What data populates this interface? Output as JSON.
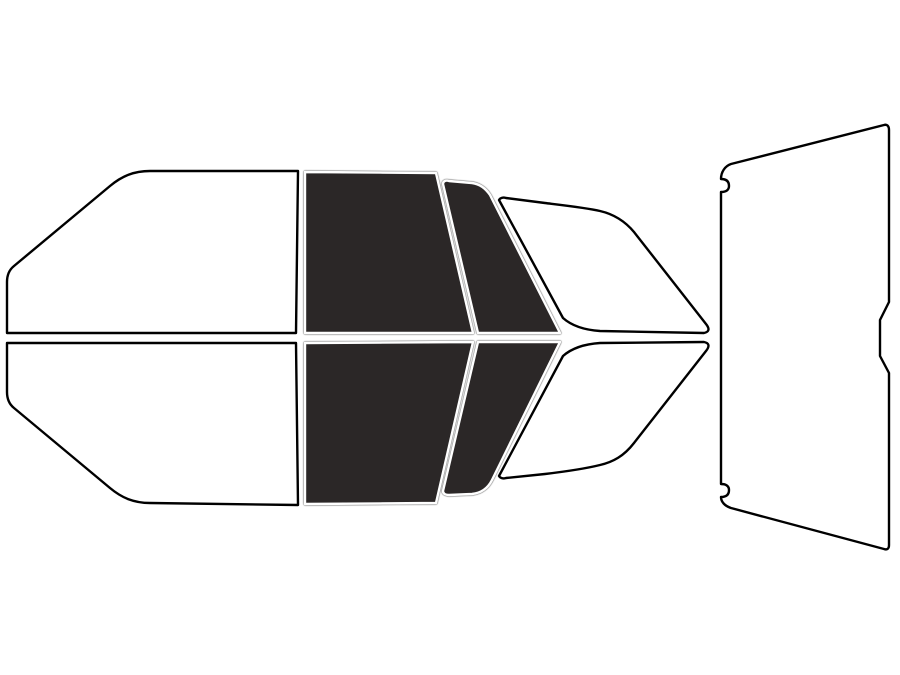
{
  "colors": {
    "tinted": "#2b2727",
    "clear": "#ffffff",
    "outline": "#000000"
  },
  "panes": [
    {
      "id": "front-windshield-upper",
      "tinted": false
    },
    {
      "id": "front-windshield-lower",
      "tinted": false
    },
    {
      "id": "front-side-window-upper",
      "tinted": true
    },
    {
      "id": "front-side-window-lower",
      "tinted": true
    },
    {
      "id": "rear-side-window-upper",
      "tinted": true
    },
    {
      "id": "rear-side-window-lower",
      "tinted": true
    },
    {
      "id": "quarter-window-upper",
      "tinted": false
    },
    {
      "id": "quarter-window-lower",
      "tinted": false
    },
    {
      "id": "rear-windshield",
      "tinted": false
    }
  ]
}
